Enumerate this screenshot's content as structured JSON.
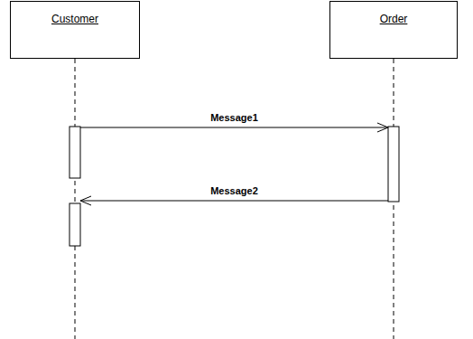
{
  "diagram": {
    "nodes": [
      {
        "text": [
          "Customer"
        ]
      },
      {
        "text": [
          "Order"
        ]
      }
    ],
    "edges": [
      {
        "from": 0,
        "to": 1,
        "label": "Message1",
        "arrow": "to"
      },
      {
        "from": 1,
        "to": 0,
        "label": "Message2",
        "arrow": "to"
      }
    ]
  }
}
